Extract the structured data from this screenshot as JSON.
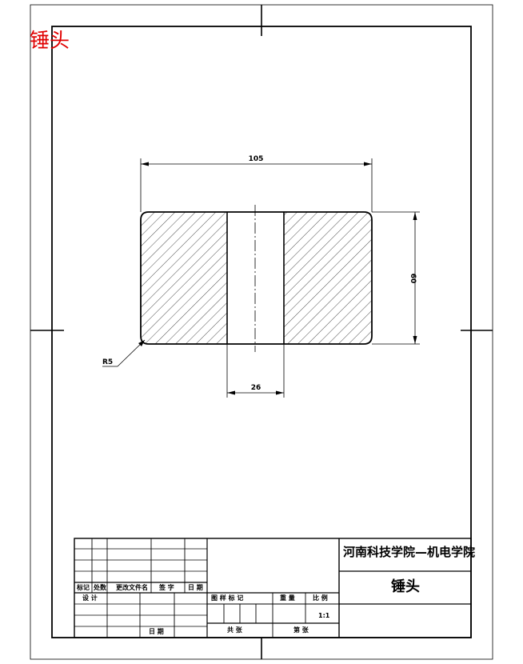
{
  "corner_title": "锤头",
  "dimensions": {
    "width": "105",
    "height": "60",
    "bore": "26",
    "radius": "R5"
  },
  "title_block": {
    "revision_headers": [
      "标记",
      "处数",
      "更改文件名",
      "签 字",
      "日 期"
    ],
    "role_design": "设 计",
    "role_date": "日 期",
    "stage_mark": "图 样 标 记",
    "weight": "重 量",
    "scale_label": "比 例",
    "scale_value": "1:1",
    "sheets_total": "共 张",
    "sheet_no": "第 张",
    "institution": "河南科技学院—机电学院",
    "part_name": "锤头"
  },
  "colors": {
    "line": "#000000",
    "title_red": "#e00000"
  }
}
